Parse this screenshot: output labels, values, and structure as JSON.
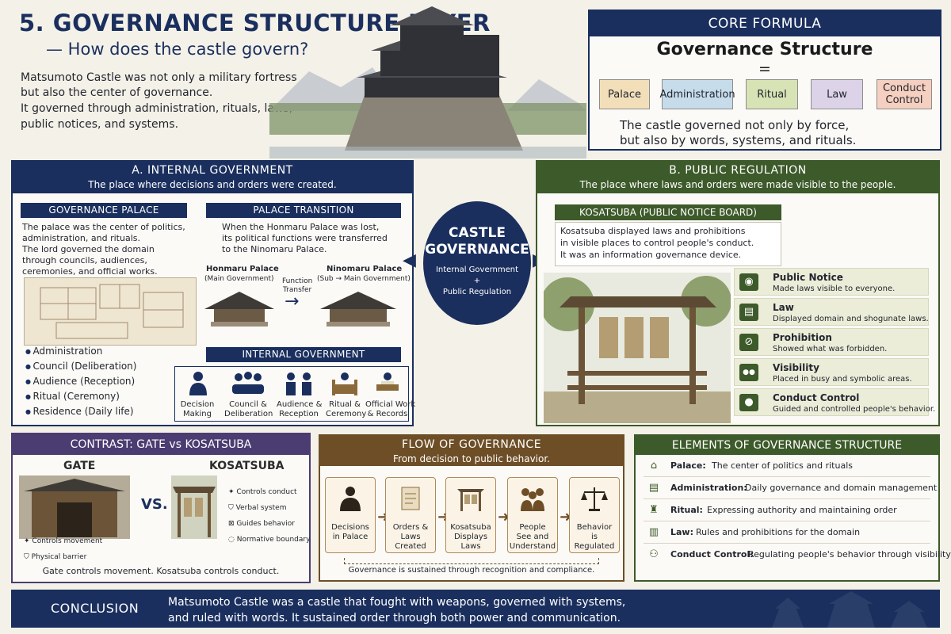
{
  "header": {
    "title": "5. GOVERNANCE STRUCTURE LAYER",
    "subtitle": "— How does the castle govern?",
    "intro": [
      "Matsumoto Castle was not only a military fortress",
      "but also the center of governance.",
      "It governed through administration, rituals, laws,",
      "public notices, and systems."
    ]
  },
  "core": {
    "title": "CORE FORMULA",
    "main": "Governance Structure",
    "equals": "=",
    "items": [
      {
        "label": "Palace",
        "color": "#f2dfb9"
      },
      {
        "label": "Administration",
        "color": "#c7dceb"
      },
      {
        "label": "Ritual",
        "color": "#d7e3b4"
      },
      {
        "label": "Law",
        "color": "#dcd3e8"
      },
      {
        "label": "Conduct Control",
        "color": "#f5cfbf"
      }
    ],
    "note": [
      "The castle governed not only by force,",
      "but also by words, systems, and rituals."
    ]
  },
  "panel_a": {
    "title": "A. INTERNAL GOVERNMENT",
    "subtitle": "The place where decisions and orders were created.",
    "palace_label": "GOVERNANCE PALACE",
    "palace_text": [
      "The palace was the center of politics,",
      "administration, and rituals.",
      "The lord governed the domain",
      "through councils, audiences,",
      "ceremonies, and official works."
    ],
    "bullets": [
      "Administration",
      "Council (Deliberation)",
      "Audience (Reception)",
      "Ritual (Ceremony)",
      "Residence (Daily life)"
    ],
    "transition_label": "PALACE TRANSITION",
    "transition_text": [
      "When the Honmaru Palace was lost,",
      "its political functions were transferred",
      "to the Ninomaru Palace."
    ],
    "honmaru": "Honmaru Palace",
    "honmaru_sub": "(Main Government)",
    "ninomaru": "Ninomaru Palace",
    "ninomaru_sub": "(Sub → Main Government)",
    "function_label": "Function",
    "transfer_label": "Transfer",
    "internal_label": "INTERNAL GOVERNMENT",
    "figures": [
      {
        "l1": "Decision",
        "l2": "Making"
      },
      {
        "l1": "Council &",
        "l2": "Deliberation"
      },
      {
        "l1": "Audience &",
        "l2": "Reception"
      },
      {
        "l1": "Ritual &",
        "l2": "Ceremony"
      },
      {
        "l1": "Official Work",
        "l2": "& Records"
      }
    ]
  },
  "center": {
    "title1": "CASTLE",
    "title2": "GOVERNANCE",
    "line1": "Internal Government",
    "plus": "+",
    "line2": "Public Regulation"
  },
  "panel_b": {
    "title": "B. PUBLIC REGULATION",
    "subtitle": "The place where laws and orders were made visible to the people.",
    "board_label": "KOSATSUBA (PUBLIC NOTICE BOARD)",
    "board_text": [
      "Kosatsuba displayed laws and prohibitions",
      "in visible places to control people's conduct.",
      "It was an information governance device."
    ],
    "items": [
      {
        "icon": "eye-icon",
        "glyph": "◉",
        "title": "Public Notice",
        "desc": "Made laws visible to everyone."
      },
      {
        "icon": "book-icon",
        "glyph": "▤",
        "title": "Law",
        "desc": "Displayed domain and shogunate laws."
      },
      {
        "icon": "prohibition-icon",
        "glyph": "⊘",
        "title": "Prohibition",
        "desc": "Showed what was forbidden."
      },
      {
        "icon": "people-icon",
        "glyph": "●●",
        "title": "Visibility",
        "desc": "Placed in busy and symbolic areas."
      },
      {
        "icon": "person-icon",
        "glyph": "●",
        "title": "Conduct Control",
        "desc": "Guided and controlled people's behavior."
      }
    ]
  },
  "contrast": {
    "title": "CONTRAST: GATE vs KOSATSUBA",
    "gate": "GATE",
    "kosatsuba": "KOSATSUBA",
    "vs": "VS.",
    "gate_features": [
      {
        "icon": "walking-icon",
        "glyph": "✦",
        "text": "Controls movement"
      },
      {
        "icon": "shield-icon",
        "glyph": "⛉",
        "text": "Physical barrier"
      }
    ],
    "kos_features": [
      {
        "icon": "person-icon",
        "glyph": "✦",
        "text": "Controls conduct"
      },
      {
        "icon": "shield-icon",
        "glyph": "⛉",
        "text": "Verbal system"
      },
      {
        "icon": "guide-icon",
        "glyph": "⊠",
        "text": "Guides behavior"
      },
      {
        "icon": "boundary-icon",
        "glyph": "◌",
        "text": "Normative boundary"
      }
    ],
    "footer": "Gate controls movement. Kosatsuba controls conduct."
  },
  "flow": {
    "title": "FLOW OF GOVERNANCE",
    "subtitle": "From decision to public behavior.",
    "steps": [
      {
        "icon": "lord-icon",
        "lines": [
          "Decisions",
          "in Palace"
        ]
      },
      {
        "icon": "scroll-icon",
        "lines": [
          "Orders &",
          "Laws",
          "Created"
        ]
      },
      {
        "icon": "noticeboard-icon",
        "lines": [
          "Kosatsuba",
          "Displays",
          "Laws"
        ]
      },
      {
        "icon": "people-icon",
        "lines": [
          "People",
          "See and",
          "Understand"
        ]
      },
      {
        "icon": "scales-icon",
        "lines": [
          "Behavior",
          "is",
          "Regulated"
        ]
      }
    ],
    "footer": "Governance is sustained through recognition and compliance."
  },
  "elements": {
    "title": "ELEMENTS OF GOVERNANCE STRUCTURE",
    "rows": [
      {
        "icon": "palace-icon",
        "glyph": "⌂",
        "key": "Palace:",
        "val": "The center of politics and rituals"
      },
      {
        "icon": "document-icon",
        "glyph": "▤",
        "key": "Administration:",
        "val": "Daily governance and domain management"
      },
      {
        "icon": "ritual-icon",
        "glyph": "♜",
        "key": "Ritual:",
        "val": "Expressing authority and maintaining order"
      },
      {
        "icon": "law-icon",
        "glyph": "▥",
        "key": "Law:",
        "val": "Rules and prohibitions for the domain"
      },
      {
        "icon": "people-icon",
        "glyph": "⚇",
        "key": "Conduct Control:",
        "val": "Regulating people's behavior through visibility"
      }
    ]
  },
  "conclusion": {
    "label": "CONCLUSION",
    "lines": [
      "Matsumoto Castle was a castle that fought with weapons, governed with systems,",
      "and ruled with words. It sustained order through both power and communication."
    ]
  }
}
